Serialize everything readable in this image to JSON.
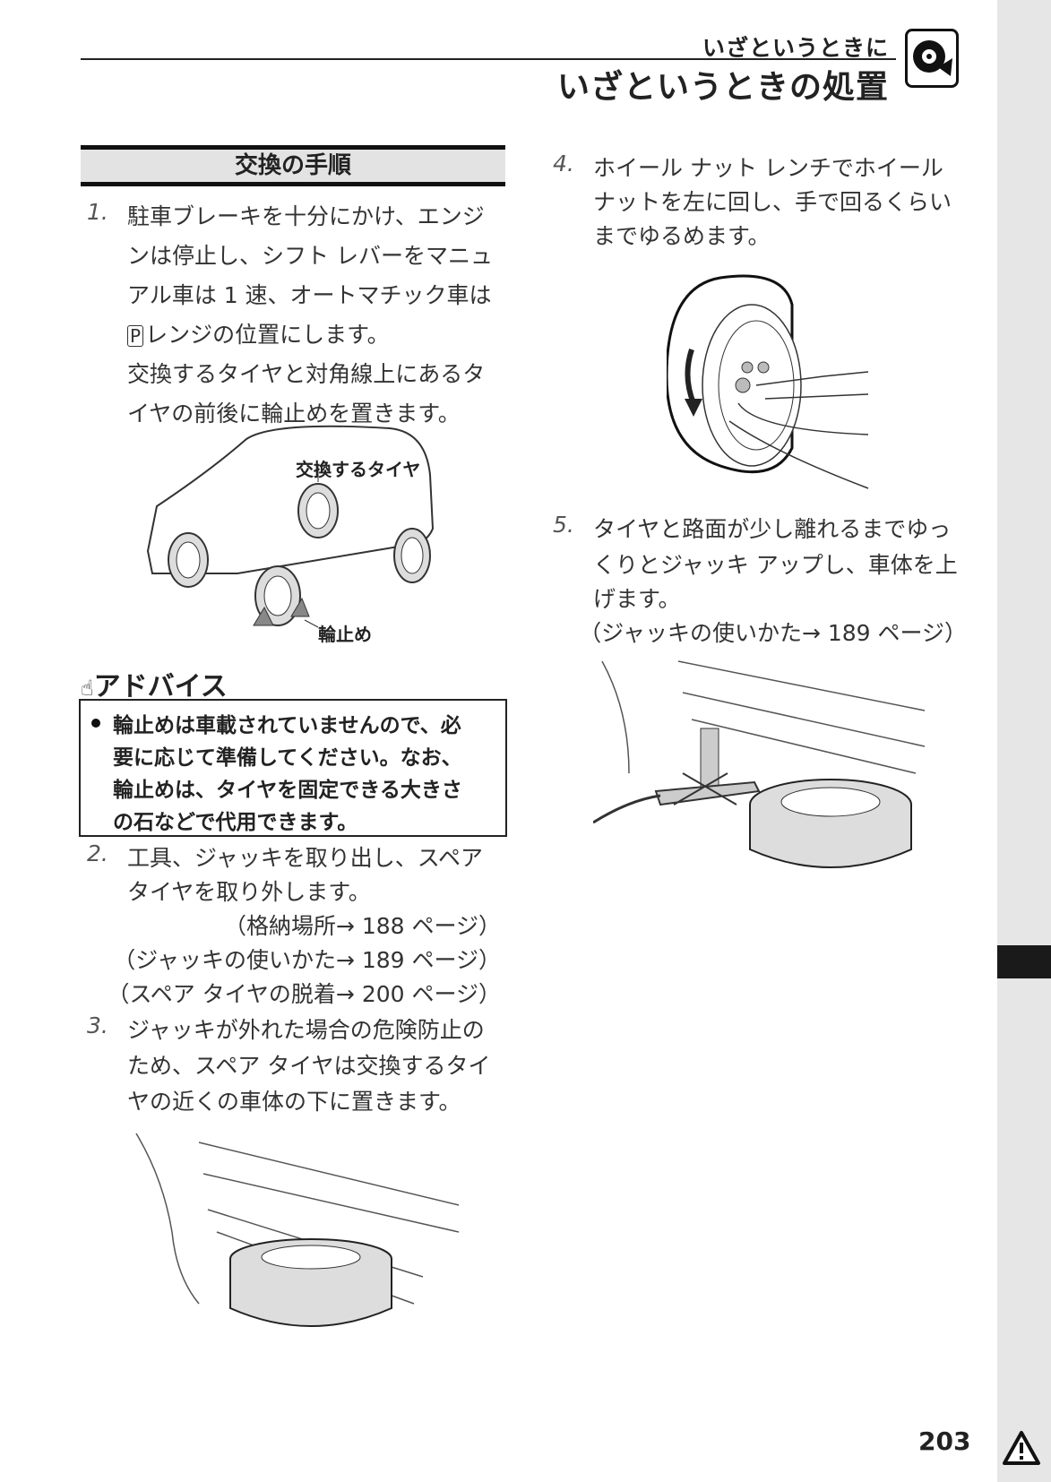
{
  "header": {
    "chapter": "いざというときに",
    "title": "いざというときの処置",
    "chapter_icon": "tire-emergency-icon"
  },
  "section": {
    "title": "交換の手順"
  },
  "steps": {
    "s1": {
      "num": "1.",
      "p_key": "P",
      "lines": [
        "駐車ブレーキを十分にかけ、エンジ",
        "ンは停止し、シフト レバーをマニュ",
        "アル車は 1 速、オートマチック車は",
        "レンジの位置にします。",
        "交換するタイヤと対角線上にあるタ",
        "イヤの前後に輪止めを置きます。"
      ]
    },
    "s2": {
      "num": "2.",
      "lines": [
        "工具、ジャッキを取り出し、スペア",
        "タイヤを取り外します。"
      ],
      "refs": [
        "（格納場所→ 188 ページ）",
        "（ジャッキの使いかた→ 189 ページ）",
        "（スペア タイヤの脱着→ 200 ページ）"
      ]
    },
    "s3": {
      "num": "3.",
      "lines": [
        "ジャッキが外れた場合の危険防止の",
        "ため、スペア タイヤは交換するタイ",
        "ヤの近くの車体の下に置きます。"
      ]
    },
    "s4": {
      "num": "4.",
      "lines": [
        "ホイール ナット レンチでホイール",
        "ナットを左に回し、手で回るくらい",
        "までゆるめます。"
      ]
    },
    "s5": {
      "num": "5.",
      "lines": [
        "タイヤと路面が少し離れるまでゆっ",
        "くりとジャッキ アップし、車体を上",
        "げます。"
      ],
      "refs": [
        "（ジャッキの使いかた→ 189 ページ）"
      ]
    }
  },
  "figure_car": {
    "label_tire": "交換するタイヤ",
    "label_chock": "輪止め"
  },
  "advice": {
    "heading": "アドバイス",
    "icon": "pointing-hand-icon",
    "lines": [
      "輪止めは車載されていませんので、必",
      "要に応じて準備してください。なお、",
      "輪止めは、タイヤを固定できる大きさ",
      "の石などで代用できます。"
    ]
  },
  "footer": {
    "page_number": "203",
    "icon": "warning-triangle-icon"
  }
}
